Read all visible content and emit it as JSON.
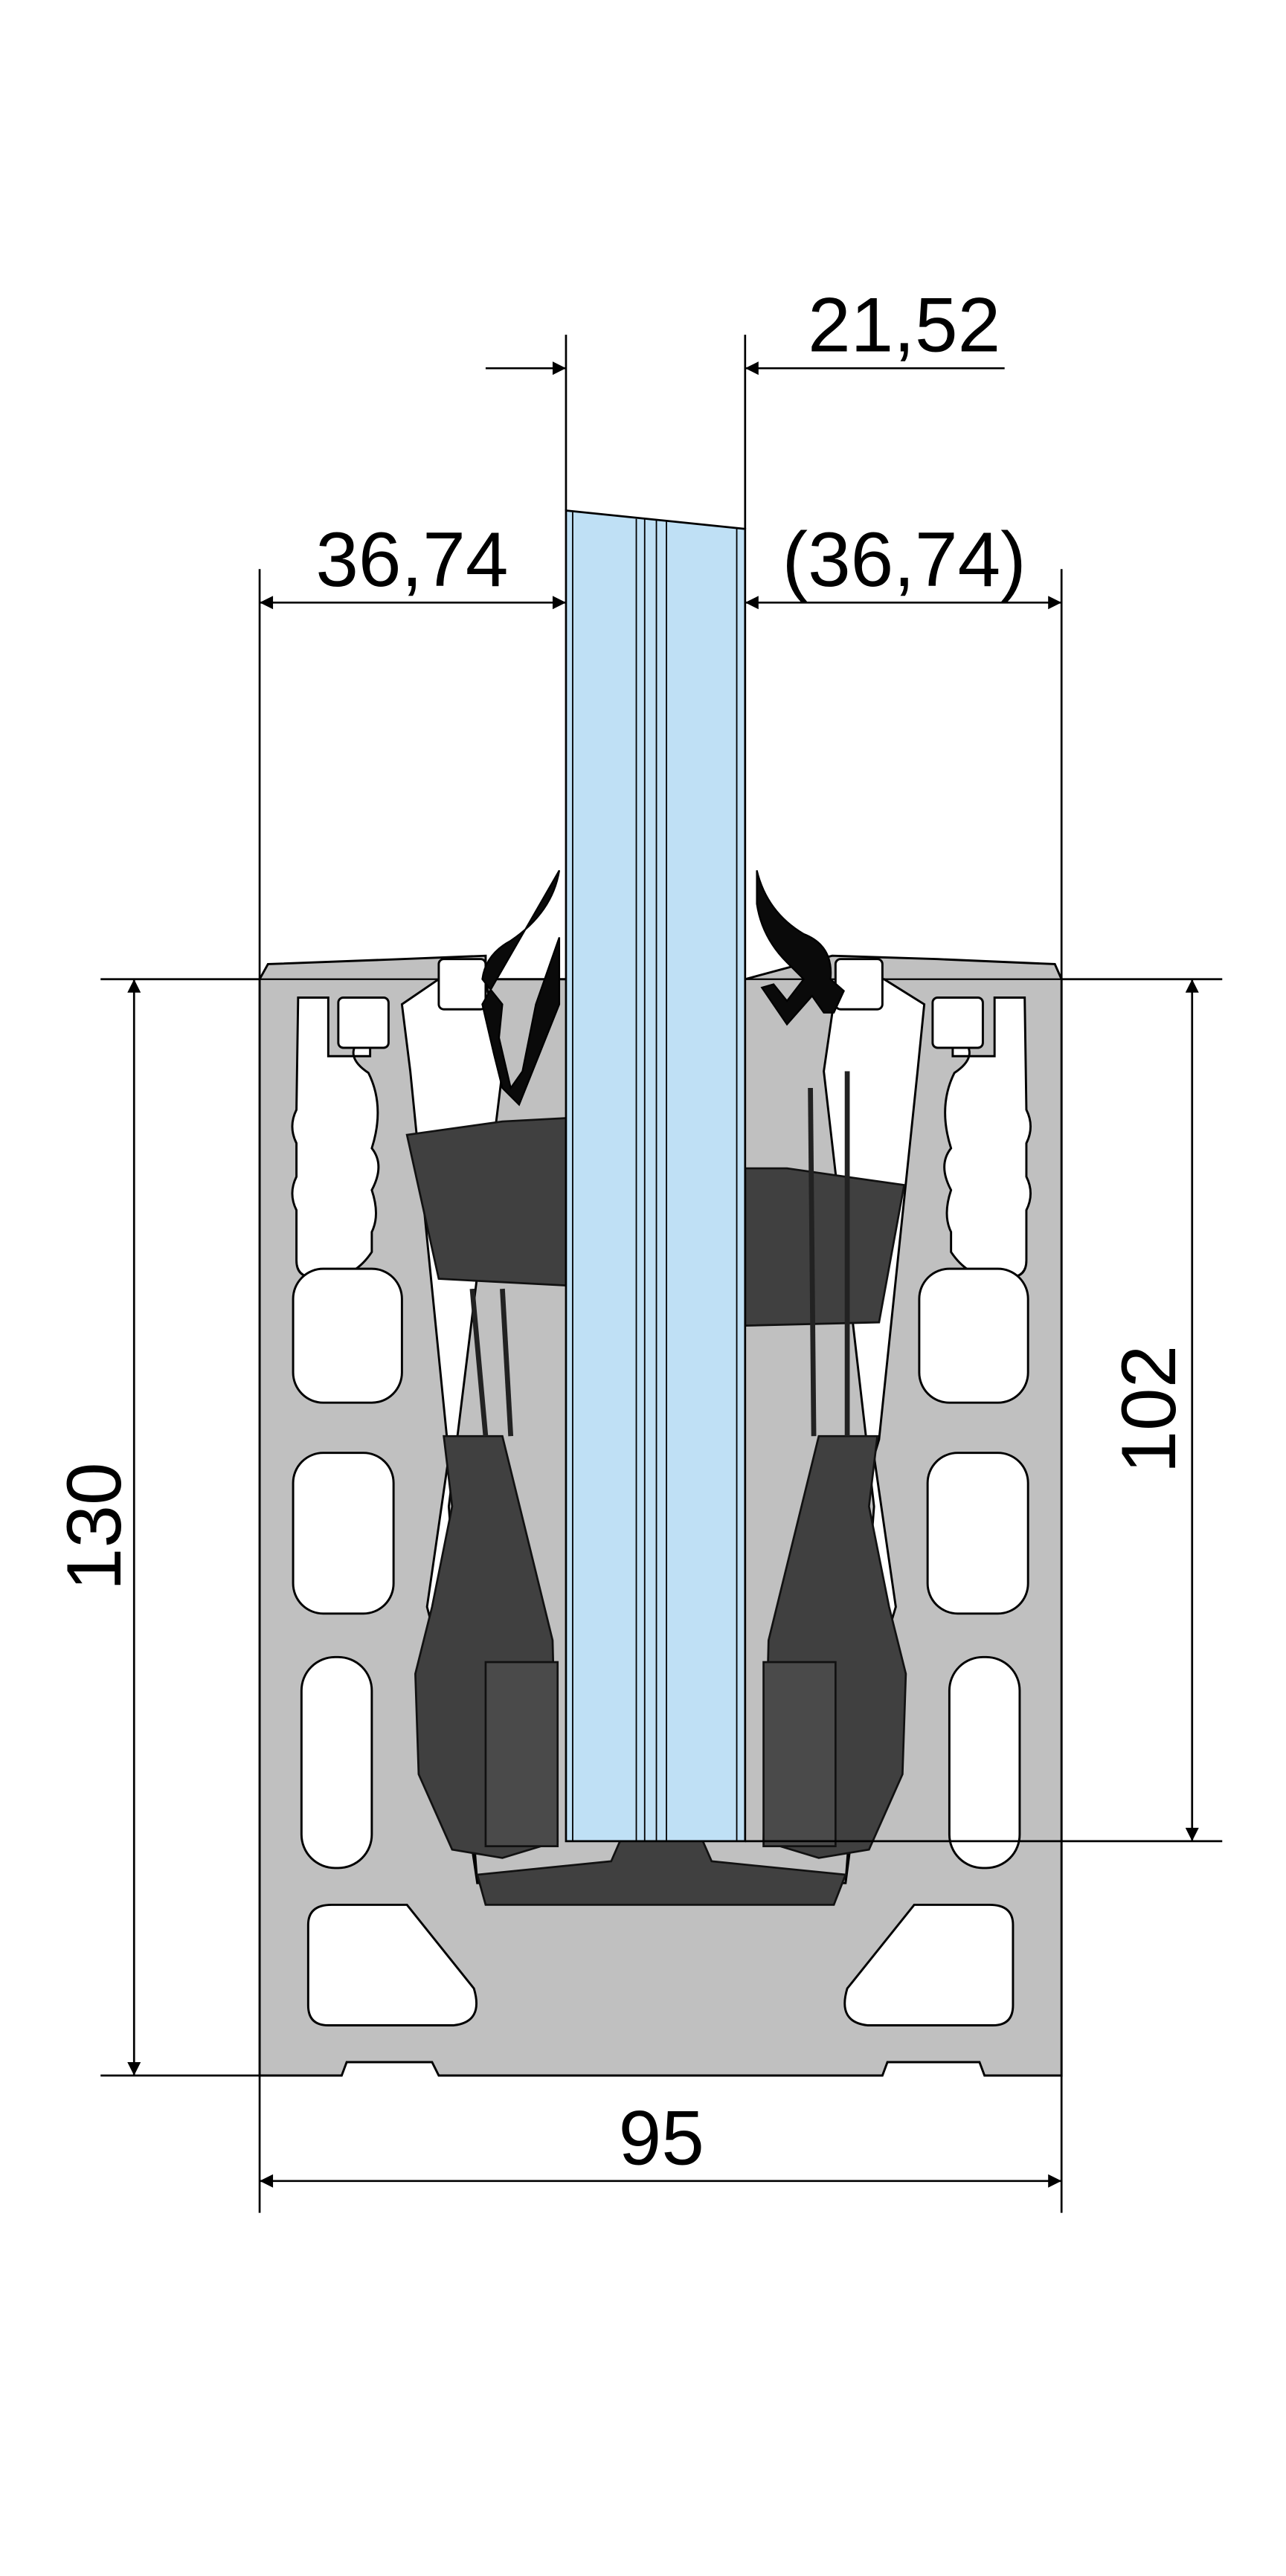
{
  "drawing": {
    "title_visible": false,
    "dimensions": {
      "glass_thickness": "21,52",
      "left_offset": "36,74",
      "right_offset": "(36,74)",
      "total_height": "130",
      "glass_depth": "102",
      "total_width": "95"
    },
    "colors": {
      "aluminium": "#c0c0c0",
      "glass": "#bfe0f5",
      "clamp": "#404040",
      "gasket": "#0a0a0a"
    }
  }
}
